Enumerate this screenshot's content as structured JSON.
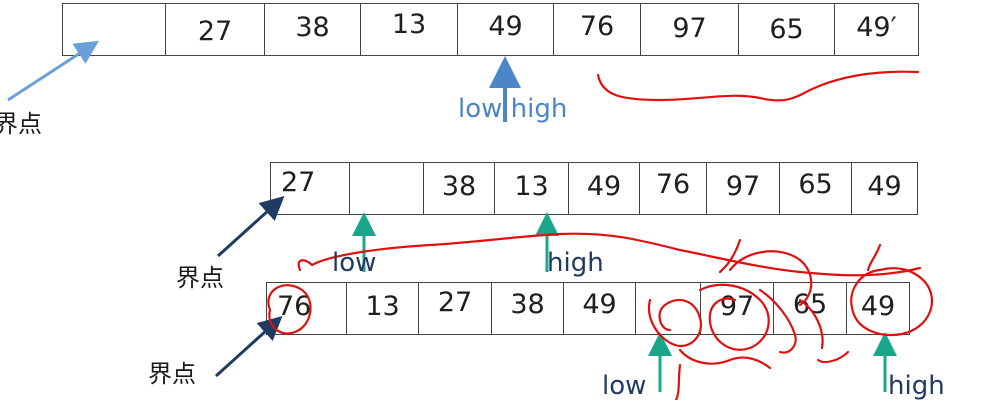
{
  "colors": {
    "pointer_blue": "#4a86c8",
    "pointer_green": "#18a889",
    "boundary_arrow": "#1f3b63",
    "annotation_red": "#e01010"
  },
  "rows": [
    {
      "cells": [
        "",
        "27",
        "38",
        "13",
        "49",
        "76",
        "97",
        "65",
        "49′"
      ],
      "boundary_label": "界点",
      "pointers": [
        {
          "label": "low high",
          "color": "pointer_blue"
        }
      ]
    },
    {
      "cells": [
        "27",
        "",
        "38",
        "13",
        "49",
        "76",
        "97",
        "65",
        "49"
      ],
      "boundary_label": "界点",
      "pointers": [
        {
          "label": "low",
          "color": "pointer_green"
        },
        {
          "label": "high",
          "color": "pointer_green"
        }
      ]
    },
    {
      "cells": [
        "76",
        "13",
        "27",
        "38",
        "49",
        "",
        "97",
        "65",
        "49"
      ],
      "boundary_label": "界点",
      "pointers": [
        {
          "label": "low",
          "color": "pointer_green"
        },
        {
          "label": "high",
          "color": "pointer_green"
        }
      ]
    }
  ]
}
